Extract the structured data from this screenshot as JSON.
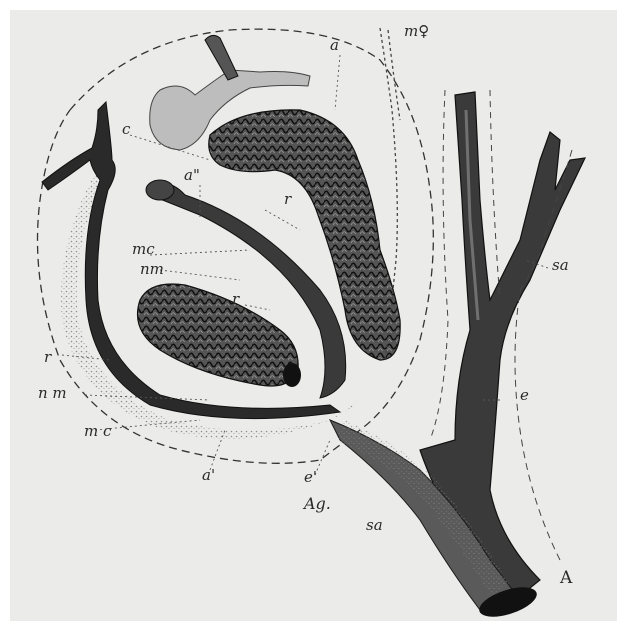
{
  "colors": {
    "paper": "#ebebe9",
    "ink": "#1f1f1f",
    "mid_ink": "#4a4a4a",
    "light_ink": "#8a8a8a"
  },
  "labels": {
    "a": "a",
    "m_female": "m♀",
    "c_top": "c",
    "a_double": "a\"",
    "r_top": "r",
    "mc_upper": "mc",
    "nm_upper": "nm",
    "r_mid": "r",
    "sa_right": "sa",
    "r_left": "r",
    "nm_lower": "n m",
    "e": "e",
    "mc_lower": "m c",
    "a_prime": "a'",
    "e_prime": "e'",
    "Ag": "Ag.",
    "sa_bottom": "sa",
    "A": "A"
  }
}
